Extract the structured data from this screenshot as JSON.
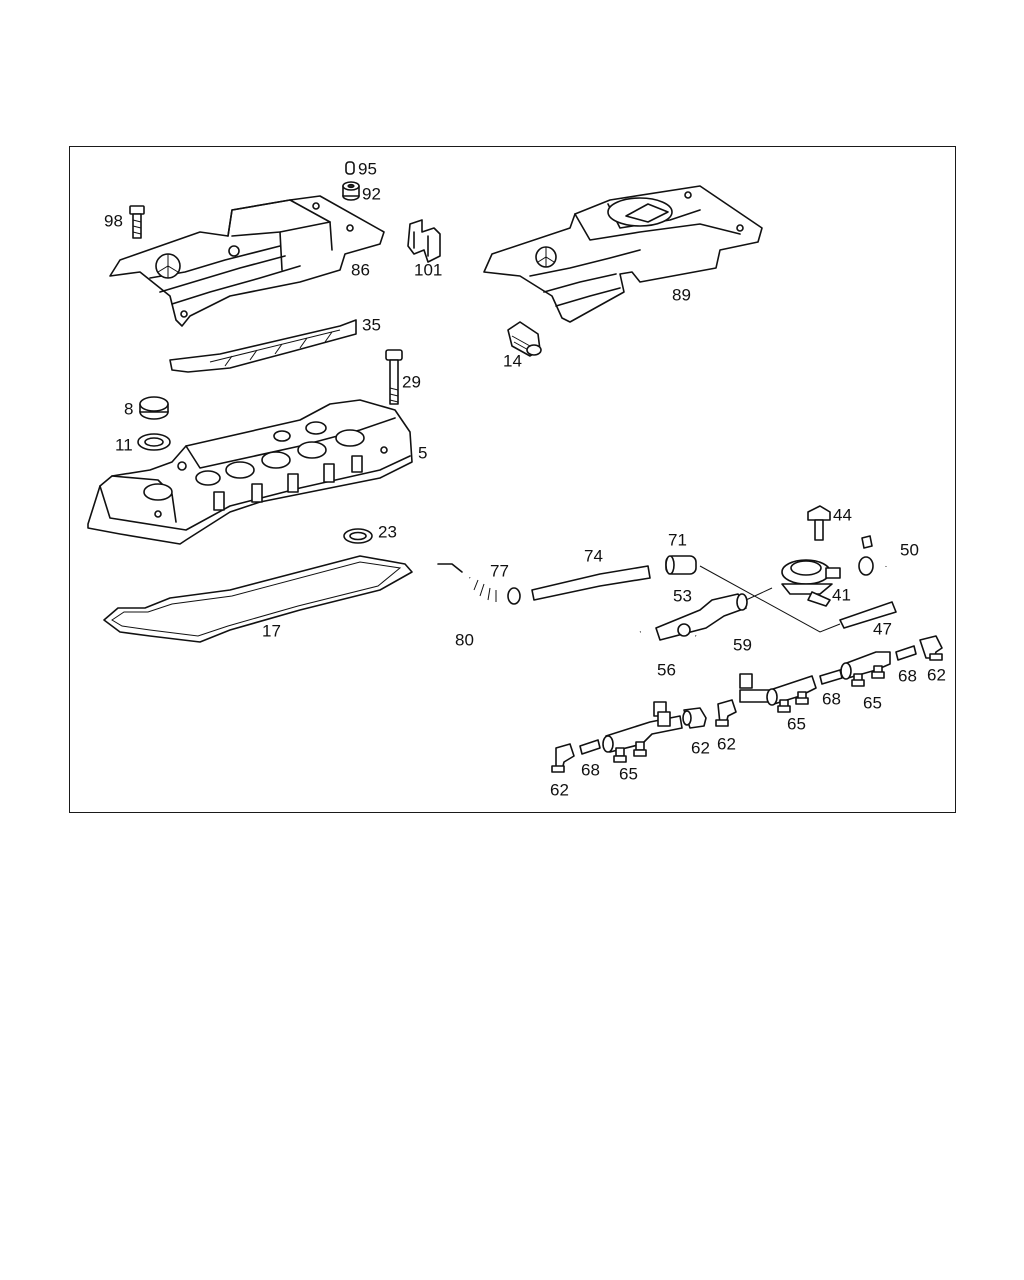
{
  "diagram": {
    "callouts": [
      {
        "id": "95",
        "text": "95"
      },
      {
        "id": "92",
        "text": "92"
      },
      {
        "id": "98",
        "text": "98"
      },
      {
        "id": "101",
        "text": "101"
      },
      {
        "id": "86",
        "text": "86"
      },
      {
        "id": "89",
        "text": "89"
      },
      {
        "id": "35",
        "text": "35"
      },
      {
        "id": "14",
        "text": "14"
      },
      {
        "id": "29",
        "text": "29"
      },
      {
        "id": "8",
        "text": "8"
      },
      {
        "id": "11",
        "text": "11"
      },
      {
        "id": "5",
        "text": "5"
      },
      {
        "id": "44",
        "text": "44"
      },
      {
        "id": "23",
        "text": "23"
      },
      {
        "id": "50",
        "text": "50"
      },
      {
        "id": "71",
        "text": "71"
      },
      {
        "id": "74",
        "text": "74"
      },
      {
        "id": "77",
        "text": "77"
      },
      {
        "id": "41",
        "text": "41"
      },
      {
        "id": "53",
        "text": "53"
      },
      {
        "id": "17",
        "text": "17"
      },
      {
        "id": "47",
        "text": "47"
      },
      {
        "id": "80",
        "text": "80"
      },
      {
        "id": "59",
        "text": "59"
      },
      {
        "id": "62a",
        "text": "62"
      },
      {
        "id": "68a",
        "text": "68"
      },
      {
        "id": "56",
        "text": "56"
      },
      {
        "id": "68b",
        "text": "68"
      },
      {
        "id": "65a",
        "text": "65"
      },
      {
        "id": "65b",
        "text": "65"
      },
      {
        "id": "62b",
        "text": "62"
      },
      {
        "id": "62c",
        "text": "62"
      },
      {
        "id": "68c",
        "text": "68"
      },
      {
        "id": "65c",
        "text": "65"
      },
      {
        "id": "62d",
        "text": "62"
      }
    ]
  }
}
